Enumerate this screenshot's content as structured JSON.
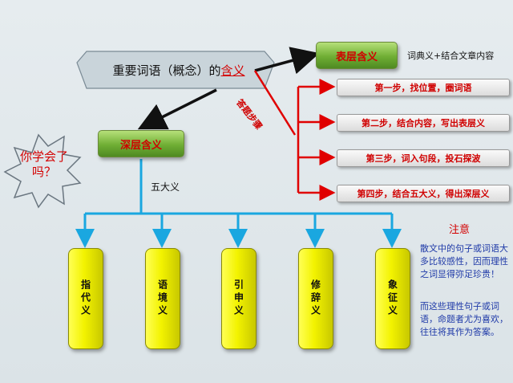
{
  "main_concept": {
    "text": "重要词语（概念）的",
    "highlight": "含义"
  },
  "surface": {
    "label": "表层含义",
    "note": "词典义+结合文章内容"
  },
  "deep": {
    "label": "深层含义"
  },
  "steps_label": "答题步骤",
  "steps": [
    "第一步，找位置，圈词语",
    "第二步，结合内容，写出表层义",
    "第三步，词入句段，投石探波",
    "第四步，结合五大义，得出深层义"
  ],
  "burst": "你学会了吗？",
  "five_label": "五大义",
  "five": [
    "指代义",
    "语境义",
    "引申义",
    "修辞义",
    "象征义"
  ],
  "note": {
    "title": "注意",
    "p1": "散文中的句子或词语大多比较感性，因而理性之词显得弥足珍贵！",
    "p2": "而这些理性句子或词语，命题者尤为喜欢，往往将其作为答案。"
  },
  "colors": {
    "red": "#d00000",
    "blue": "#1aa7e0",
    "green": "#6fae34",
    "yellow": "#f3f300"
  }
}
